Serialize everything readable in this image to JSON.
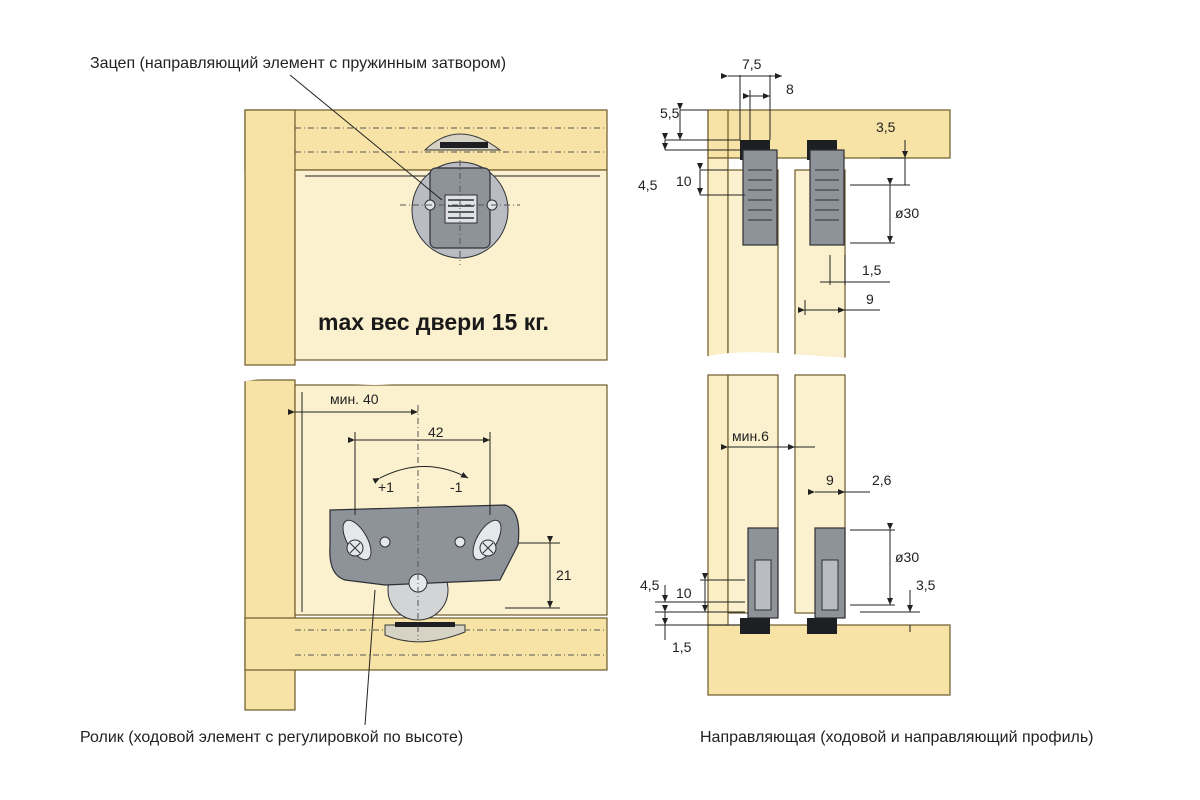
{
  "captions": {
    "catch": "Зацеп (направляющий элемент с пружинным затвором)",
    "roller": "Ролик (ходовой элемент с регулировкой по высоте)",
    "rail": "Направляющая (ходовой и направляющий профиль)"
  },
  "max_weight": "max вес двери 15 кг.",
  "dims_left": {
    "min_40": "мин. 40",
    "d42": "42",
    "plus1": "+1",
    "minus1": "-1",
    "d21": "21"
  },
  "dims_right": {
    "d7_5": "7,5",
    "d8": "8",
    "d5_5": "5,5",
    "d3_5_top": "3,5",
    "d4_5_top": "4,5",
    "d10_top": "10",
    "phi30_top": "ø30",
    "d1_5_top": "1,5",
    "d9_top": "9",
    "min6": "мин.6",
    "d9_bottom": "9",
    "d2_6": "2,6",
    "phi30_bottom": "ø30",
    "d4_5_bottom": "4,5",
    "d10_bottom": "10",
    "d3_5_bottom": "3,5",
    "d1_5_bottom": "1,5"
  }
}
